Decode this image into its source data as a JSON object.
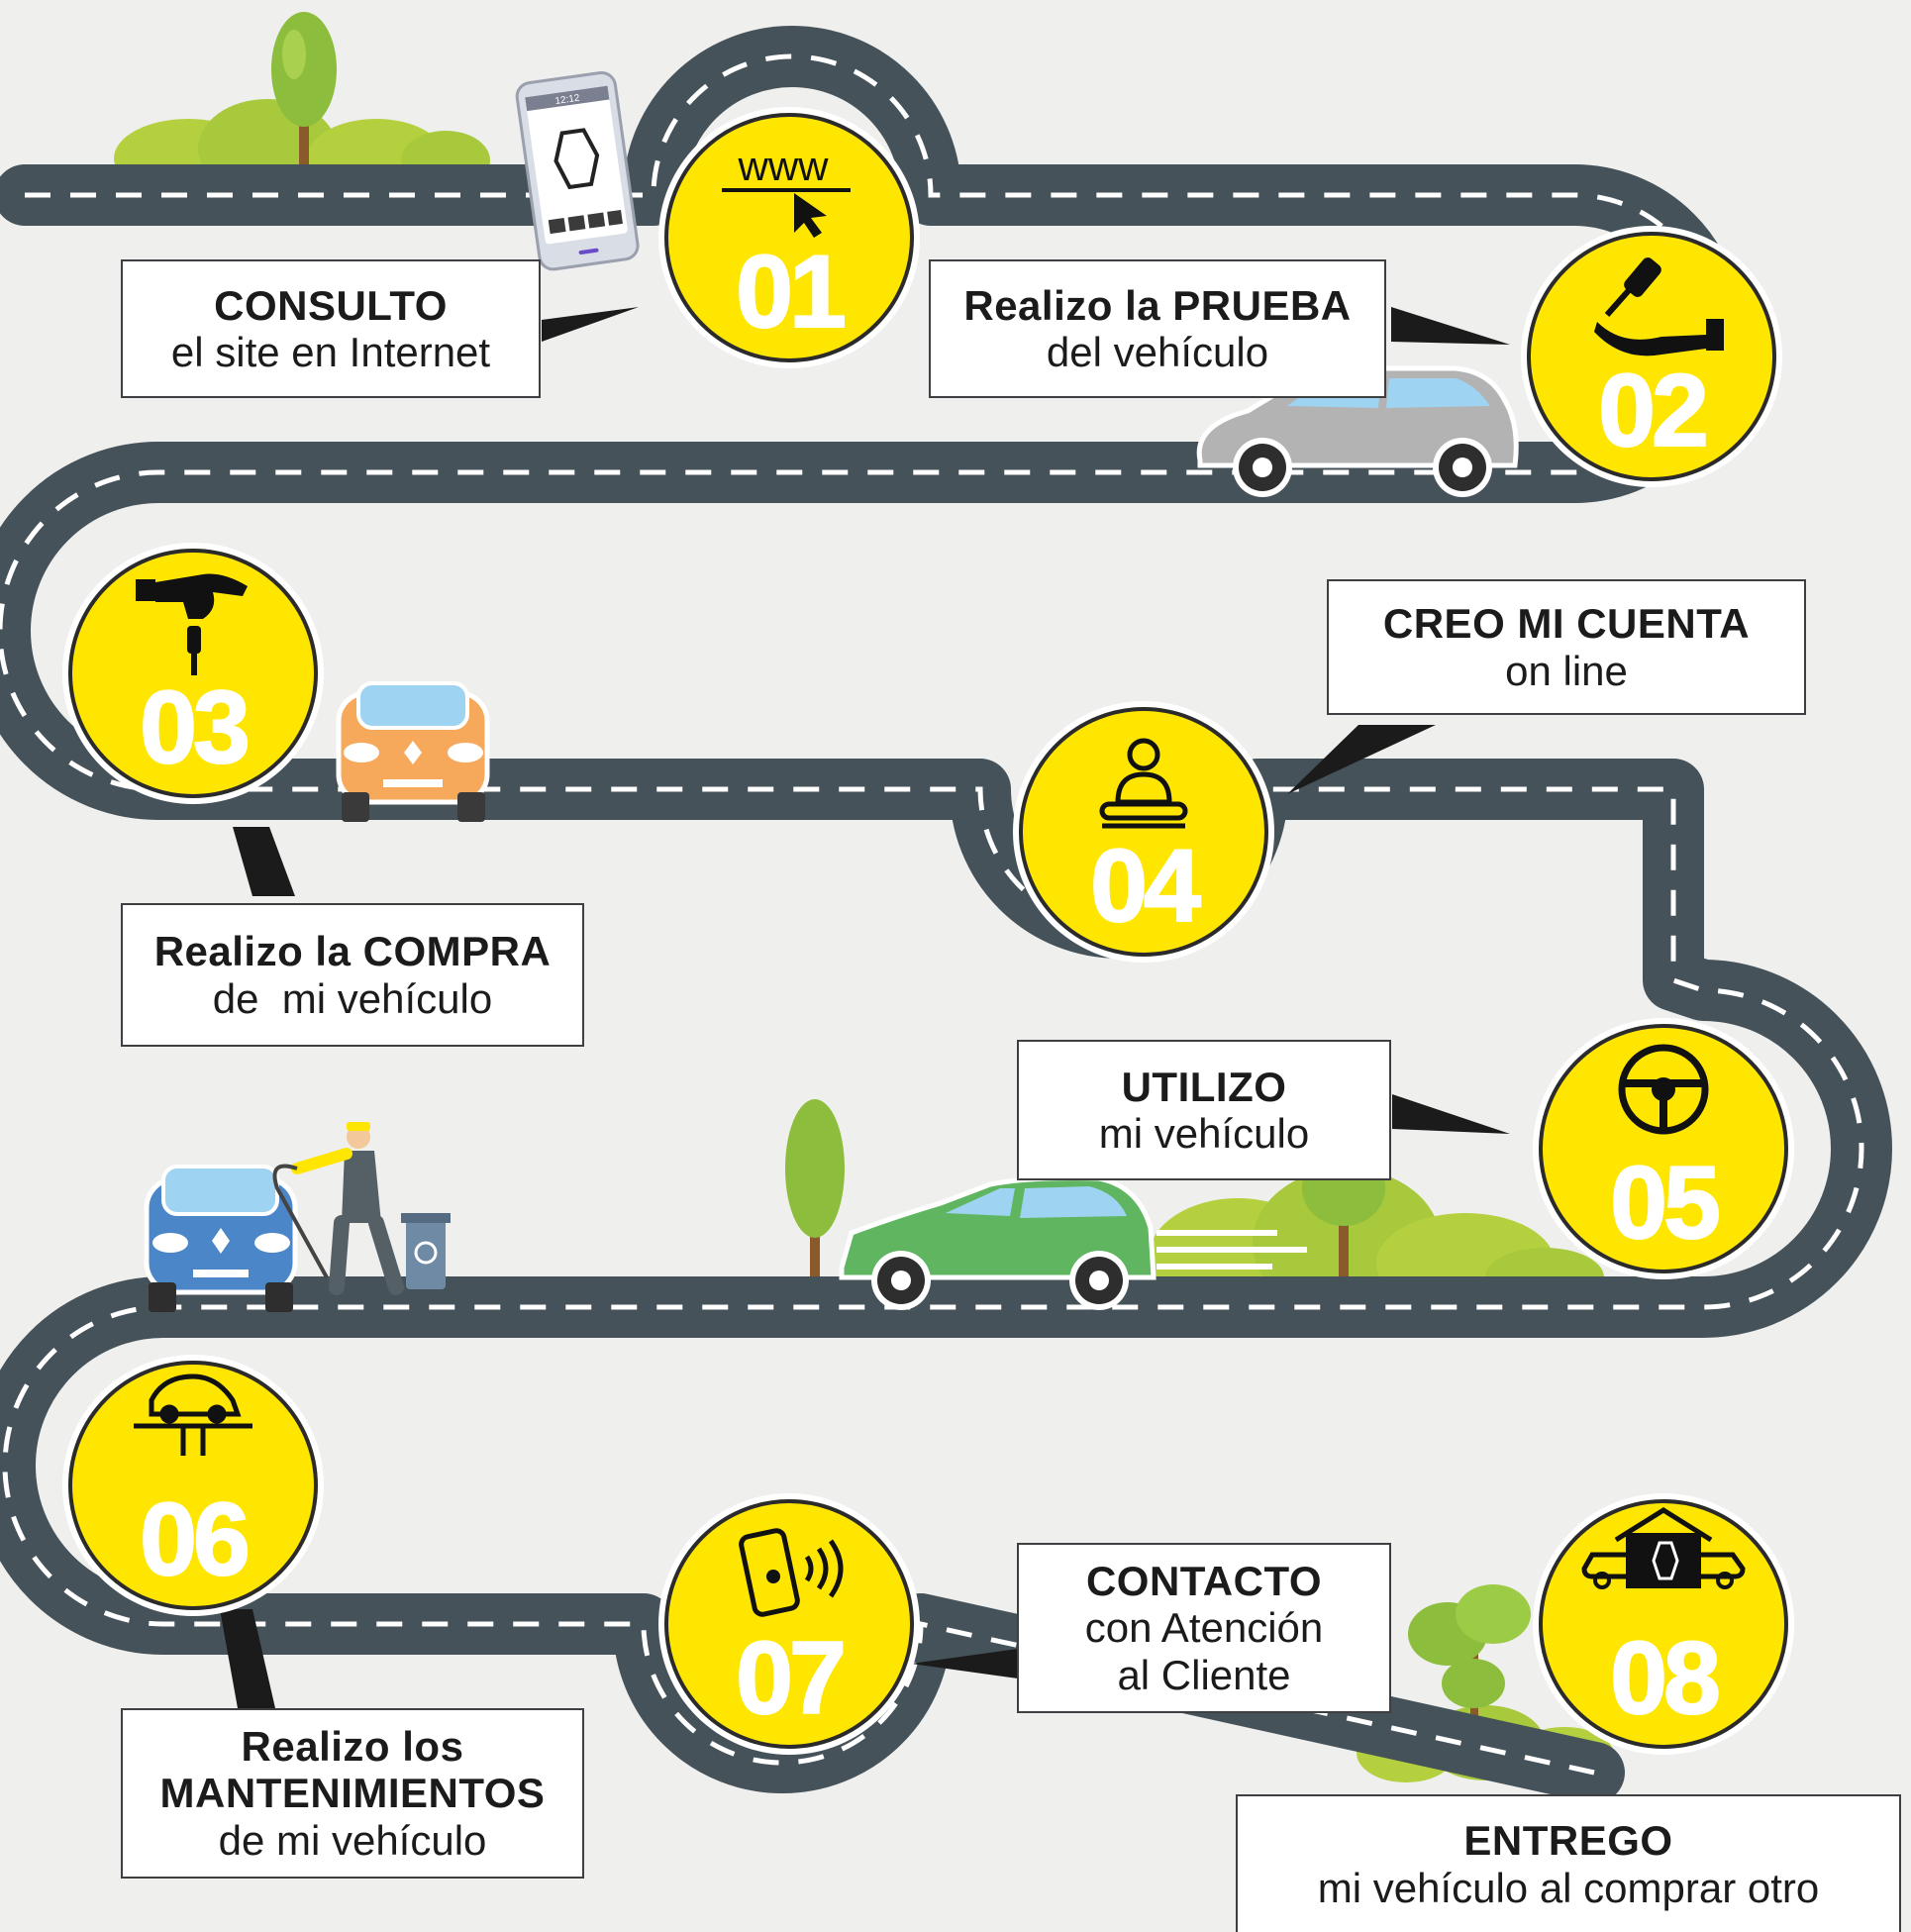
{
  "steps": [
    {
      "number": "01",
      "icon": "www-cursor-icon",
      "title": "CONSULTO",
      "lines": [
        "el site en Internet"
      ]
    },
    {
      "number": "02",
      "icon": "key-handover-icon",
      "title": "Realizo la PRUEBA",
      "lines": [
        "del vehículo"
      ]
    },
    {
      "number": "03",
      "icon": "hand-holding-key-icon",
      "title": "Realizo la COMPRA",
      "lines": [
        "de  mi vehículo"
      ]
    },
    {
      "number": "04",
      "icon": "user-account-icon",
      "title": "CREO MI CUENTA",
      "lines": [
        "on line"
      ]
    },
    {
      "number": "05",
      "icon": "steering-wheel-icon",
      "title": "UTILIZO",
      "lines": [
        "mi vehículo"
      ]
    },
    {
      "number": "06",
      "icon": "car-lift-icon",
      "title": "Realizo los",
      "lines": [
        "MANTENIMIENTOS",
        "de mi vehículo"
      ]
    },
    {
      "number": "07",
      "icon": "phone-call-icon",
      "title": "CONTACTO",
      "lines": [
        "con Atención",
        "al Cliente"
      ]
    },
    {
      "number": "08",
      "icon": "car-trade-in-icon",
      "title": "ENTREGO",
      "lines": [
        "mi vehículo al comprar otro"
      ]
    }
  ],
  "icon_text": {
    "www": "www",
    "phone_time": "12:12"
  },
  "colors": {
    "road": "#45525a",
    "road_dash": "#ffffff",
    "badge": "#ffe600",
    "badge_border": "#2b2b2b",
    "background": "#efefed",
    "car_gray": "#b3b3b3",
    "car_orange": "#f6a95a",
    "car_blue": "#4a86c8",
    "car_green": "#5fb560",
    "foliage": "#a7c93b"
  }
}
